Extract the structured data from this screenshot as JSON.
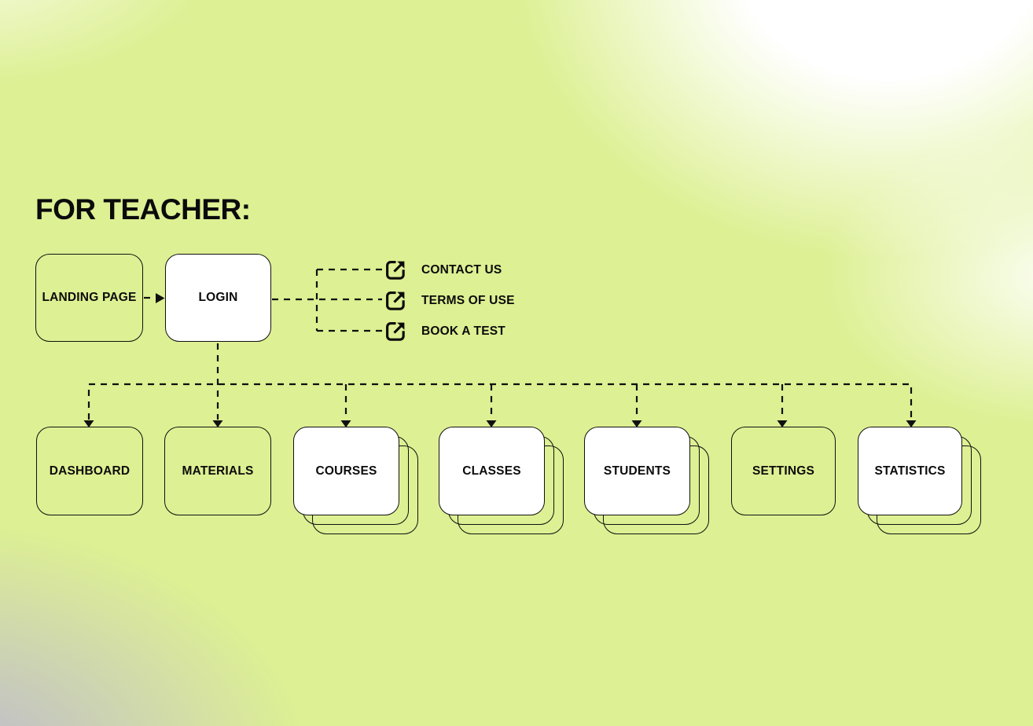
{
  "title": "FOR TEACHER:",
  "flow": {
    "landing": {
      "label": "LANDING PAGE"
    },
    "login": {
      "label": "LOGIN"
    },
    "external_links": [
      {
        "label": "CONTACT US",
        "icon": "external-link-icon"
      },
      {
        "label": "TERMS OF USE",
        "icon": "external-link-icon"
      },
      {
        "label": "BOOK A TEST",
        "icon": "external-link-icon"
      }
    ],
    "sections": [
      {
        "label": "DASHBOARD",
        "style": "outline",
        "stacked": false
      },
      {
        "label": "MATERIALS",
        "style": "outline",
        "stacked": false
      },
      {
        "label": "COURSES",
        "style": "filled",
        "stacked": true
      },
      {
        "label": "CLASSES",
        "style": "filled",
        "stacked": true
      },
      {
        "label": "STUDENTS",
        "style": "filled",
        "stacked": true
      },
      {
        "label": "SETTINGS",
        "style": "outline",
        "stacked": false
      },
      {
        "label": "STATISTICS",
        "style": "filled",
        "stacked": true
      }
    ]
  },
  "colors": {
    "background_lime": "#ddf093",
    "background_gray": "#c4c4c2",
    "card_white": "#ffffff",
    "line_black": "#101010",
    "text_black": "#0b0b0b"
  }
}
